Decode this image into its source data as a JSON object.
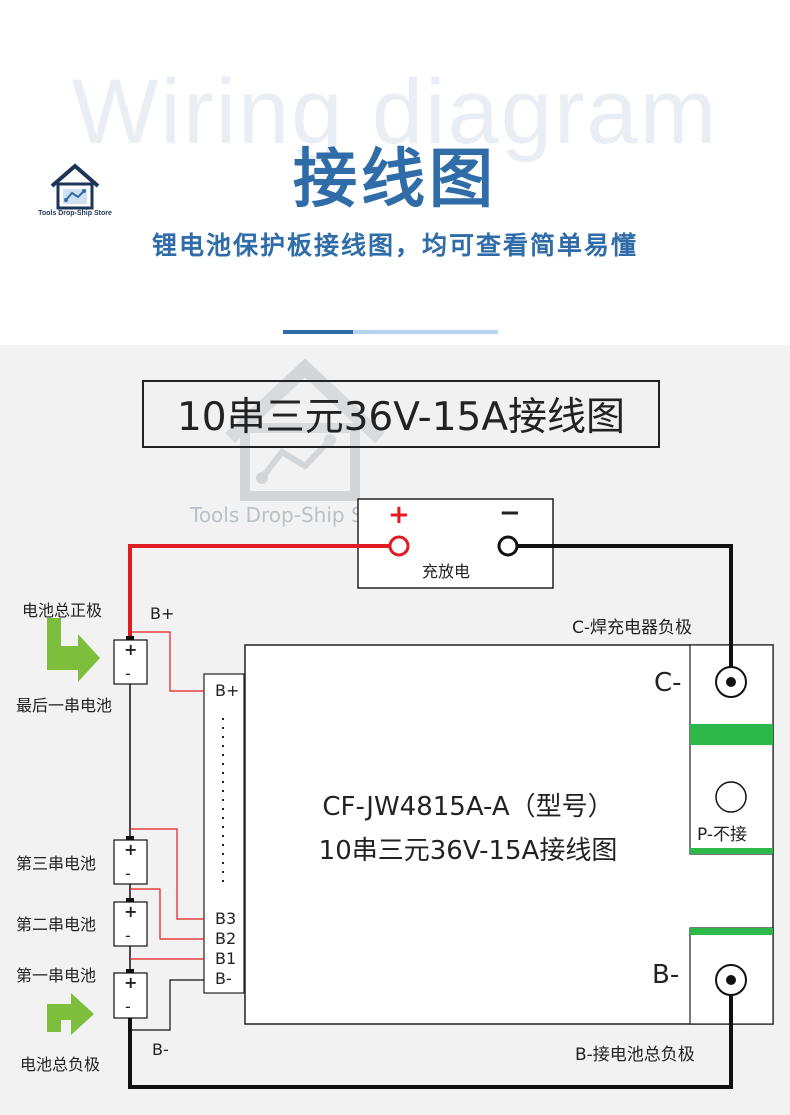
{
  "header": {
    "bg_text": "Wiring diagram",
    "title": "接线图",
    "subtitle": "锂电池保护板接线图，均可查看简单易懂",
    "logo_text": "Tools Drop-Ship Store"
  },
  "diagram": {
    "heading": "10串三元36V-15A接线图",
    "watermark": "Tools Drop-Ship Store",
    "charge_port": {
      "plus": "+",
      "minus": "−",
      "label": "充放电"
    },
    "battery_labels": {
      "total_positive": "电池总正极",
      "last_string": "最后一串电池",
      "third": "第三串电池",
      "second": "第二串电池",
      "first": "第一串电池",
      "total_negative": "电池总负极"
    },
    "cell_plus": "+",
    "cell_minus": "-",
    "wire_labels": {
      "b_plus": "B+",
      "b_minus": "B-"
    },
    "connector_pins": {
      "b_plus": "B+",
      "b3": "B3",
      "b2": "B2",
      "b1": "B1",
      "b_minus": "B-"
    },
    "board": {
      "model": "CF-JW4815A-A（型号）",
      "name": "10串三元36V-15A接线图"
    },
    "terminals": {
      "c_label": "C-",
      "b_label": "B-",
      "p_label": "P-不接",
      "c_note": "C-焊充电器负极",
      "b_note": "B-接电池总负极"
    },
    "colors": {
      "red_wire": "#e11b22",
      "black_wire": "#111111",
      "green_bar": "#2db84a",
      "arrow_green": "#7dbe3c",
      "brand_blue": "#2f6ca8"
    }
  }
}
